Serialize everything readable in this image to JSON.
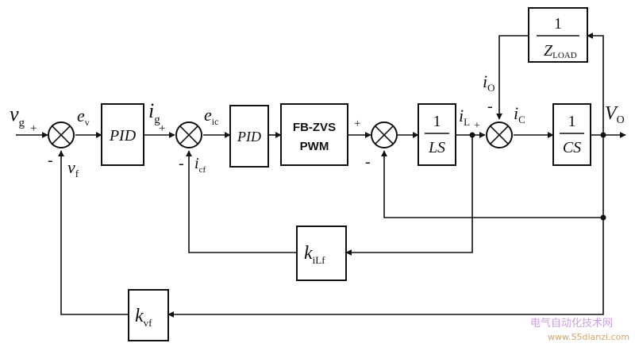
{
  "blocks": {
    "pid1": "PID",
    "pid2": "PID",
    "fbzvs_line1": "FB-ZVS",
    "fbzvs_line2": "PWM",
    "ls_num": "1",
    "ls_den": "LS",
    "cs_num": "1",
    "cs_den": "CS",
    "zload_num": "1",
    "zload_den_main": "Z",
    "zload_den_sub": "LOAD",
    "kilf_main": "k",
    "kilf_sub": "iLf",
    "kvf_main": "k",
    "kvf_sub": "vf"
  },
  "signals": {
    "vg_main": "v",
    "vg_sub": "g",
    "ev_main": "e",
    "ev_sub": "v",
    "ig_main": "i",
    "ig_sub": "g",
    "eic_main": "e",
    "eic_sub": "ic",
    "icf_main": "i",
    "icf_sub": "cf",
    "vf_main": "v",
    "vf_sub": "f",
    "il_main": "i",
    "il_sub": "L",
    "io_main": "i",
    "io_sub": "O",
    "ic_main": "i",
    "ic_sub": "C",
    "vo_main": "V",
    "vo_sub": "O"
  },
  "signs": {
    "plus": "+",
    "minus": "-"
  },
  "watermark": {
    "line1": "电气自动化技术网",
    "line2": "www.55dianzi.com",
    "color1": "#c9a0e6",
    "color2": "#d9a26a"
  }
}
